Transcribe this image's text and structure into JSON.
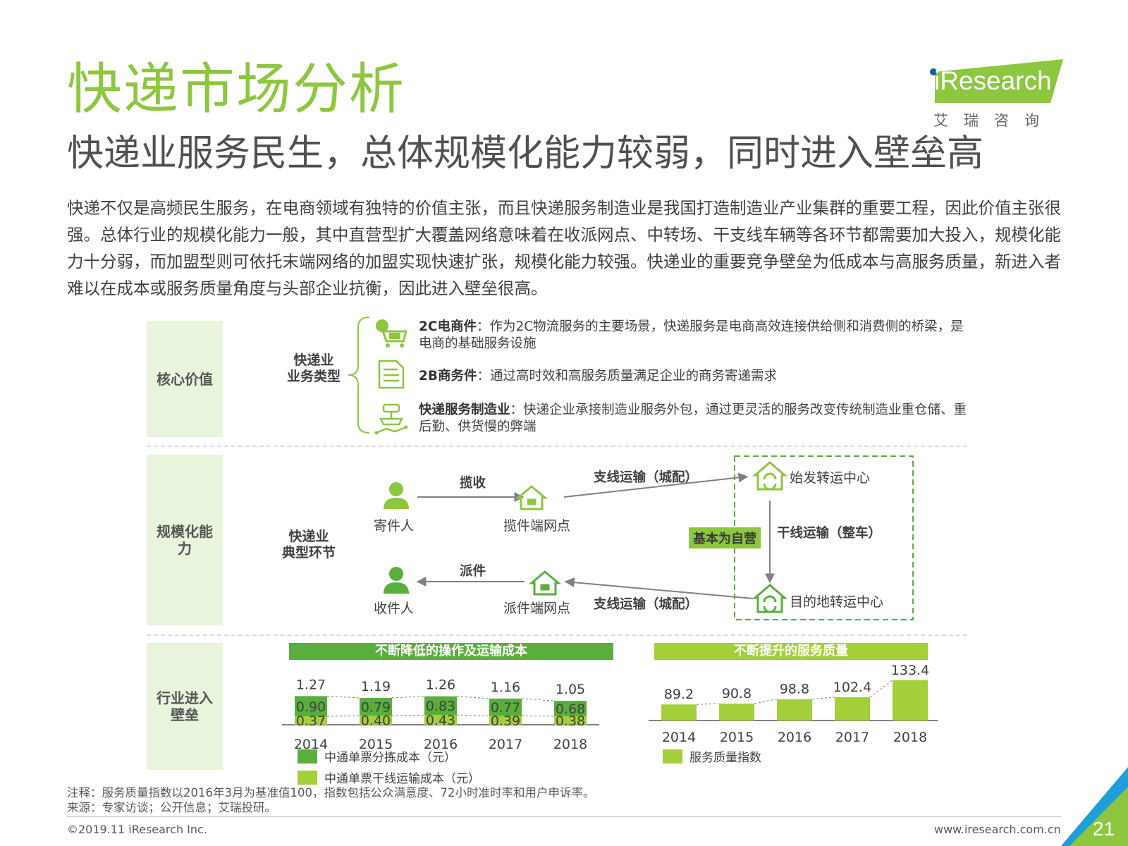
{
  "header": {
    "title": "快递市场分析",
    "subtitle": "快递业服务民生，总体规模化能力较弱，同时进入壁垒高",
    "logo_main": "iResearch",
    "logo_sub": "艾瑞咨询"
  },
  "intro": "快递不仅是高频民生服务，在电商领域有独特的价值主张，而且快递服务制造业是我国打造制造业产业集群的重要工程，因此价值主张很强。总体行业的规模化能力一般，其中直营型扩大覆盖网络意味着在收派网点、中转场、干支线车辆等各环节都需要加大投入，规模化能力十分弱，而加盟型则可依托末端网络的加盟实现快速扩张，规模化能力较强。快递业的重要竞争壁垒为低成本与高服务质量，新进入者难以在成本或服务质量角度与头部企业抗衡，因此进入壁垒很高。",
  "sections": {
    "core_value": {
      "label": "核心价值",
      "mid_label": "快递业\n业务类型",
      "items": [
        {
          "icon": "cart-icon",
          "name": "2C电商件",
          "sep": "：",
          "desc": "作为2C物流服务的主要场景，快递服务是电商高效连接供给侧和消费侧的桥梁，是电商的基础服务设施"
        },
        {
          "icon": "document-icon",
          "name": "2B商务件",
          "sep": "：",
          "desc": "通过高时效和高服务质量满足企业的商务寄递需求"
        },
        {
          "icon": "manufacturing-icon",
          "name": "快递服务制造业",
          "sep": "：",
          "desc": "快递企业承接制造业服务外包，通过更灵活的服务改变传统制造业重仓储、重后勤、供货慢的弊端"
        }
      ]
    },
    "scale": {
      "label": "规模化能力",
      "mid_label": "快递业\n典型环节",
      "nodes": {
        "sender": "寄件人",
        "pickup_point": "揽件端网点",
        "origin_center": "始发转运中心",
        "dest_center": "目的地转运中心",
        "delivery_point": "派件端网点",
        "receiver": "收件人"
      },
      "flows": {
        "collect": "揽收",
        "branch_out": "支线运输（城配）",
        "trunk": "干线运输（整车）",
        "branch_in": "支线运输（城配）",
        "deliver": "派件"
      },
      "self_operated_badge": "基本为自营"
    },
    "barrier": {
      "label": "行业进入壁垒"
    }
  },
  "colors": {
    "brand_green": "#8dc63f",
    "dark_green": "#5aae3c",
    "light_green": "#a3cf3a",
    "panel_bg": "#e8f4dc"
  },
  "chart_data": [
    {
      "type": "bar",
      "stacked": true,
      "title": "不断降低的操作及运输成本",
      "categories": [
        "2014",
        "2015",
        "2016",
        "2017",
        "2018"
      ],
      "series": [
        {
          "name": "中通单票分拣成本（元）",
          "values": [
            0.9,
            0.79,
            0.83,
            0.77,
            0.68
          ],
          "color": "#5aae3c"
        },
        {
          "name": "中通单票干线运输成本（元）",
          "values": [
            0.37,
            0.4,
            0.43,
            0.39,
            0.38
          ],
          "color": "#a3cf3a"
        }
      ],
      "totals": [
        1.27,
        1.19,
        1.26,
        1.16,
        1.05
      ]
    },
    {
      "type": "bar",
      "title": "不断提升的服务质量",
      "categories": [
        "2014",
        "2015",
        "2016",
        "2017",
        "2018"
      ],
      "series": [
        {
          "name": "服务质量指数",
          "values": [
            89.2,
            90.8,
            98.8,
            102.4,
            133.4
          ],
          "color": "#a3cf3a"
        }
      ]
    }
  ],
  "notes": {
    "note": "注释：服务质量指数以2016年3月为基准值100，指数包括公众满意度、72小时准时率和用户申诉率。",
    "source": "来源：专家访谈；公开信息；艾瑞投研。"
  },
  "footer": {
    "copyright": "©2019.11 iResearch Inc.",
    "website": "www.iresearch.com.cn",
    "page_number": "21"
  }
}
